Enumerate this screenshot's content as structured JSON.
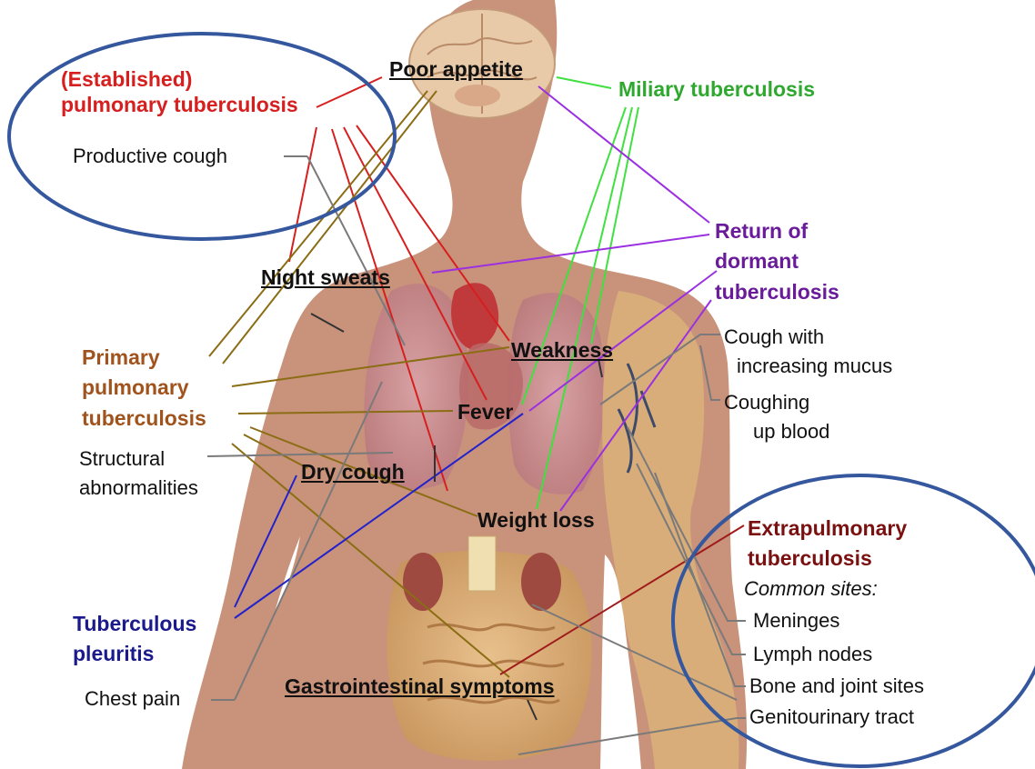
{
  "colors": {
    "established": "#d61f1f",
    "miliary": "#2fa82f",
    "return_dormant": "#6a1b9a",
    "primary": "#a0531c",
    "pleuritis": "#1a1a8c",
    "extrapulmonary": "#7a1010",
    "ellipse": "#34579e",
    "leader_gray": "#7a7a7a",
    "leader_olive": "#8a6d14",
    "body_skin": "#c9927a"
  },
  "categories": {
    "established": {
      "line1": "(Established)",
      "line2": "pulmonary tuberculosis"
    },
    "miliary": "Miliary tuberculosis",
    "return_dormant": {
      "line1": "Return of",
      "line2": "dormant",
      "line3": "tuberculosis"
    },
    "primary": {
      "line1": "Primary",
      "line2": "pulmonary",
      "line3": "tuberculosis"
    },
    "pleuritis": {
      "line1": "Tuberculous",
      "line2": "pleuritis"
    },
    "extrapulmonary": {
      "line1": "Extrapulmonary",
      "line2": "tuberculosis",
      "subtitle": "Common sites:"
    }
  },
  "symptoms": {
    "poor_appetite": "Poor appetite",
    "night_sweats": "Night sweats",
    "weakness": "Weakness",
    "fever": "Fever",
    "dry_cough": "Dry cough",
    "weight_loss": "Weight loss",
    "gi_symptoms": "Gastrointestinal symptoms"
  },
  "details": {
    "productive_cough": "Productive cough",
    "structural": {
      "line1": "Structural",
      "line2": "abnormalities"
    },
    "chest_pain": "Chest pain",
    "cough_mucus": {
      "line1": "Cough with",
      "line2": "increasing mucus"
    },
    "coughing_blood": {
      "line1": "Coughing",
      "line2": "up blood"
    }
  },
  "sites": [
    "Meninges",
    "Lymph nodes",
    "Bone and joint sites",
    "Genitourinary tract"
  ]
}
